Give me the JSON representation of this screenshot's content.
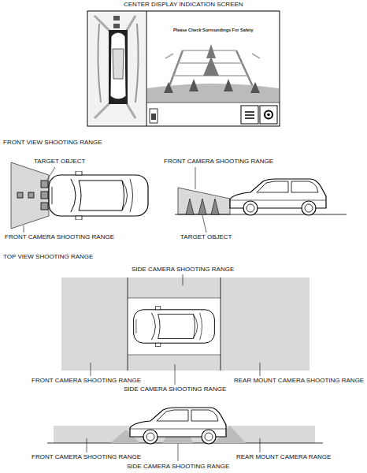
{
  "diagram": {
    "labels": [
      "CENTER DISPLAY INDICATION SCREEN",
      "Please Check Surroundings For Safety",
      "FRONT VIEW SHOOTING RANGE",
      "TARGET OBJECT",
      "FRONT CAMERA SHOOTING RANGE",
      "FRONT CAMERA SHOOTING RANGE",
      "TARGET OBJECT",
      "TOP VIEW SHOOTING RANGE",
      "SIDE CAMERA SHOOTING RANGE",
      "FRONT CAMERA SHOOTING RANGE",
      "REAR MOUNT CAMERA SHOOTING RANGE",
      "SIDE CAMERA SHOOTING RANGE",
      "FRONT CAMERA SHOOTING RANGE",
      "REAR MOUNT CAMERA RANGE",
      "SIDE CAMERA SHOOTING RANGE"
    ]
  }
}
